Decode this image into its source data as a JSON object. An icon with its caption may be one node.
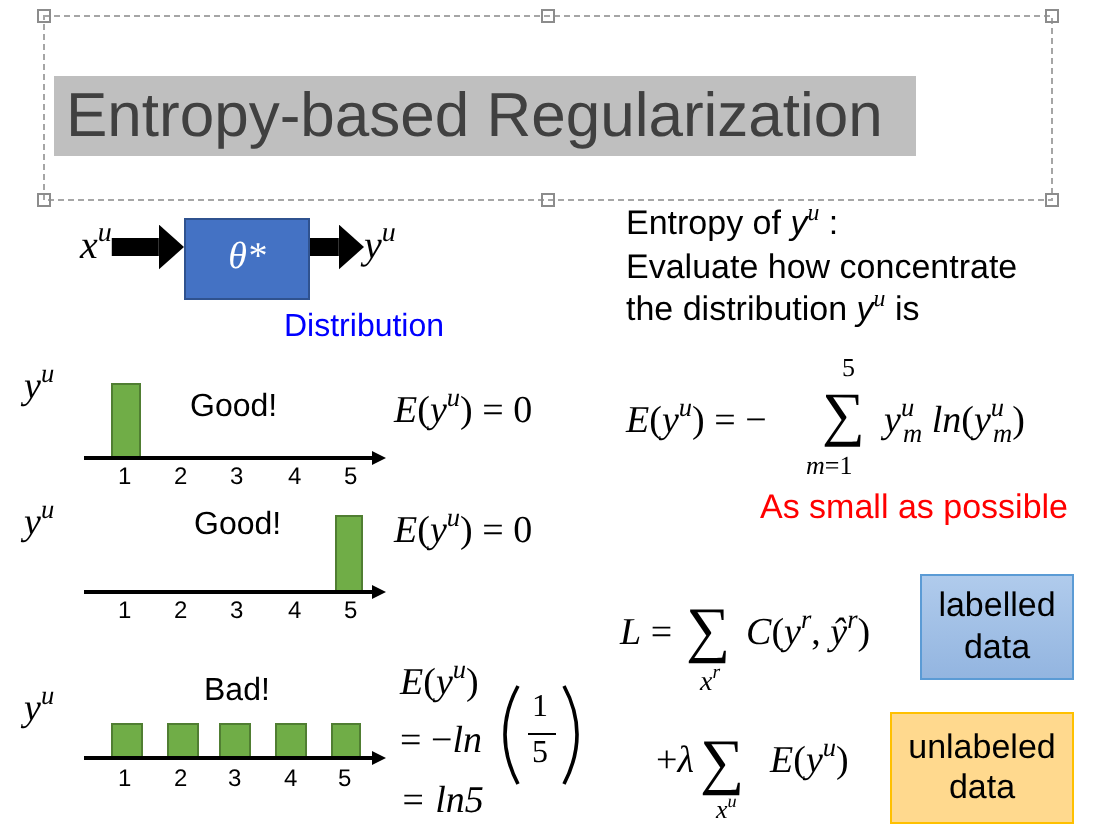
{
  "diagram": {
    "title": "Entropy-based Regularization",
    "nodes": [
      {
        "text": [
          "x$^{u}$"
        ]
      },
      {
        "text": [
          "θ*"
        ]
      },
      {
        "text": [
          "y$^{u}$"
        ]
      },
      {
        "text": [
          "labelled data"
        ]
      },
      {
        "text": [
          "unlabeled data"
        ]
      }
    ],
    "edges": [
      {
        "from": 0,
        "to": 1,
        "arrow": "to"
      },
      {
        "from": 1,
        "to": 2,
        "arrow": "to"
      }
    ],
    "labels": [
      "Distribution",
      "Entropy of *y*$^{u}$ :",
      "Evaluate how concentrate the distribution *y*$^{u}$ is",
      "*E*(*y*$^{u}$) = −",
      "5",
      "∑",
      "*m*=1",
      "*y*$^{u}$$_{m}$ *ln*(*y*$^{u}$$_{m}$)",
      "As small as possible",
      "y$^{u}$",
      "Good!",
      "*E*(*y*$^{u}$) = 0",
      "1",
      "2",
      "3",
      "4",
      "5",
      "y$^{u}$",
      "Good!",
      "*E*(*y*$^{u}$) = 0",
      "1",
      "2",
      "3",
      "4",
      "5",
      "*L* =",
      "∑",
      "x$^{r}$",
      "*C*(*y*$^{r}$, *ŷ*$^{r}$)",
      "Bad!",
      "y$^{u}$",
      "*E*(*y*$^{u}$)",
      "= −*ln*",
      "1",
      "5",
      "= ln5",
      "1",
      "2",
      "3",
      "4",
      "5",
      "+*λ*",
      "∑",
      "x$^{u}$",
      "*E*(*y*$^{u}$)"
    ]
  }
}
